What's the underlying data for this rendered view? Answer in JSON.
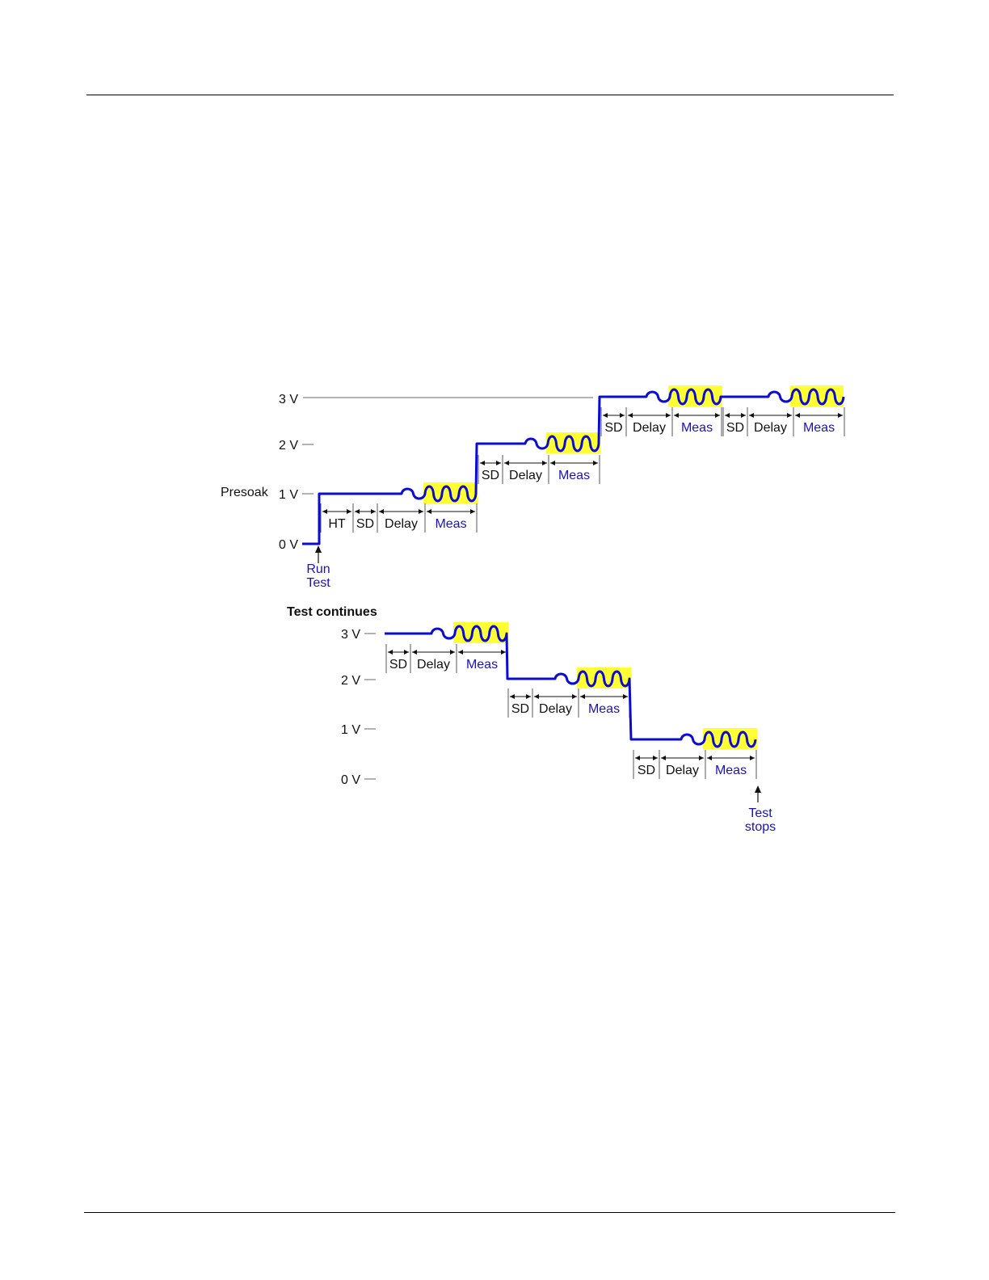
{
  "colors": {
    "signal": "#0b0bd6",
    "highlight": "#ffff33",
    "label": "#111111",
    "accent_text": "#1a13b8"
  },
  "labels": {
    "presoak": "Presoak",
    "run_test": [
      "Run",
      "Test"
    ],
    "test_continues": "Test continues",
    "test_stops": [
      "Test",
      "stops"
    ],
    "hold_time": "HT",
    "source_delay": "SD",
    "delay": "Delay",
    "measure": "Meas"
  },
  "top_sweep": {
    "axis": [
      "3 V",
      "2 V",
      "1 V",
      "0 V"
    ],
    "levels_volts": [
      0,
      1,
      2,
      3,
      3
    ],
    "segments": [
      [
        "HT",
        "SD",
        "Delay",
        "Meas"
      ],
      [
        "SD",
        "Delay",
        "Meas"
      ],
      [
        "SD",
        "Delay",
        "Meas"
      ],
      [
        "SD",
        "Delay",
        "Meas"
      ]
    ]
  },
  "bottom_sweep": {
    "axis": [
      "3 V",
      "2 V",
      "1 V",
      "0 V"
    ],
    "levels_volts": [
      3,
      2,
      1
    ],
    "segments": [
      [
        "SD",
        "Delay",
        "Meas"
      ],
      [
        "SD",
        "Delay",
        "Meas"
      ],
      [
        "SD",
        "Delay",
        "Meas"
      ]
    ]
  }
}
